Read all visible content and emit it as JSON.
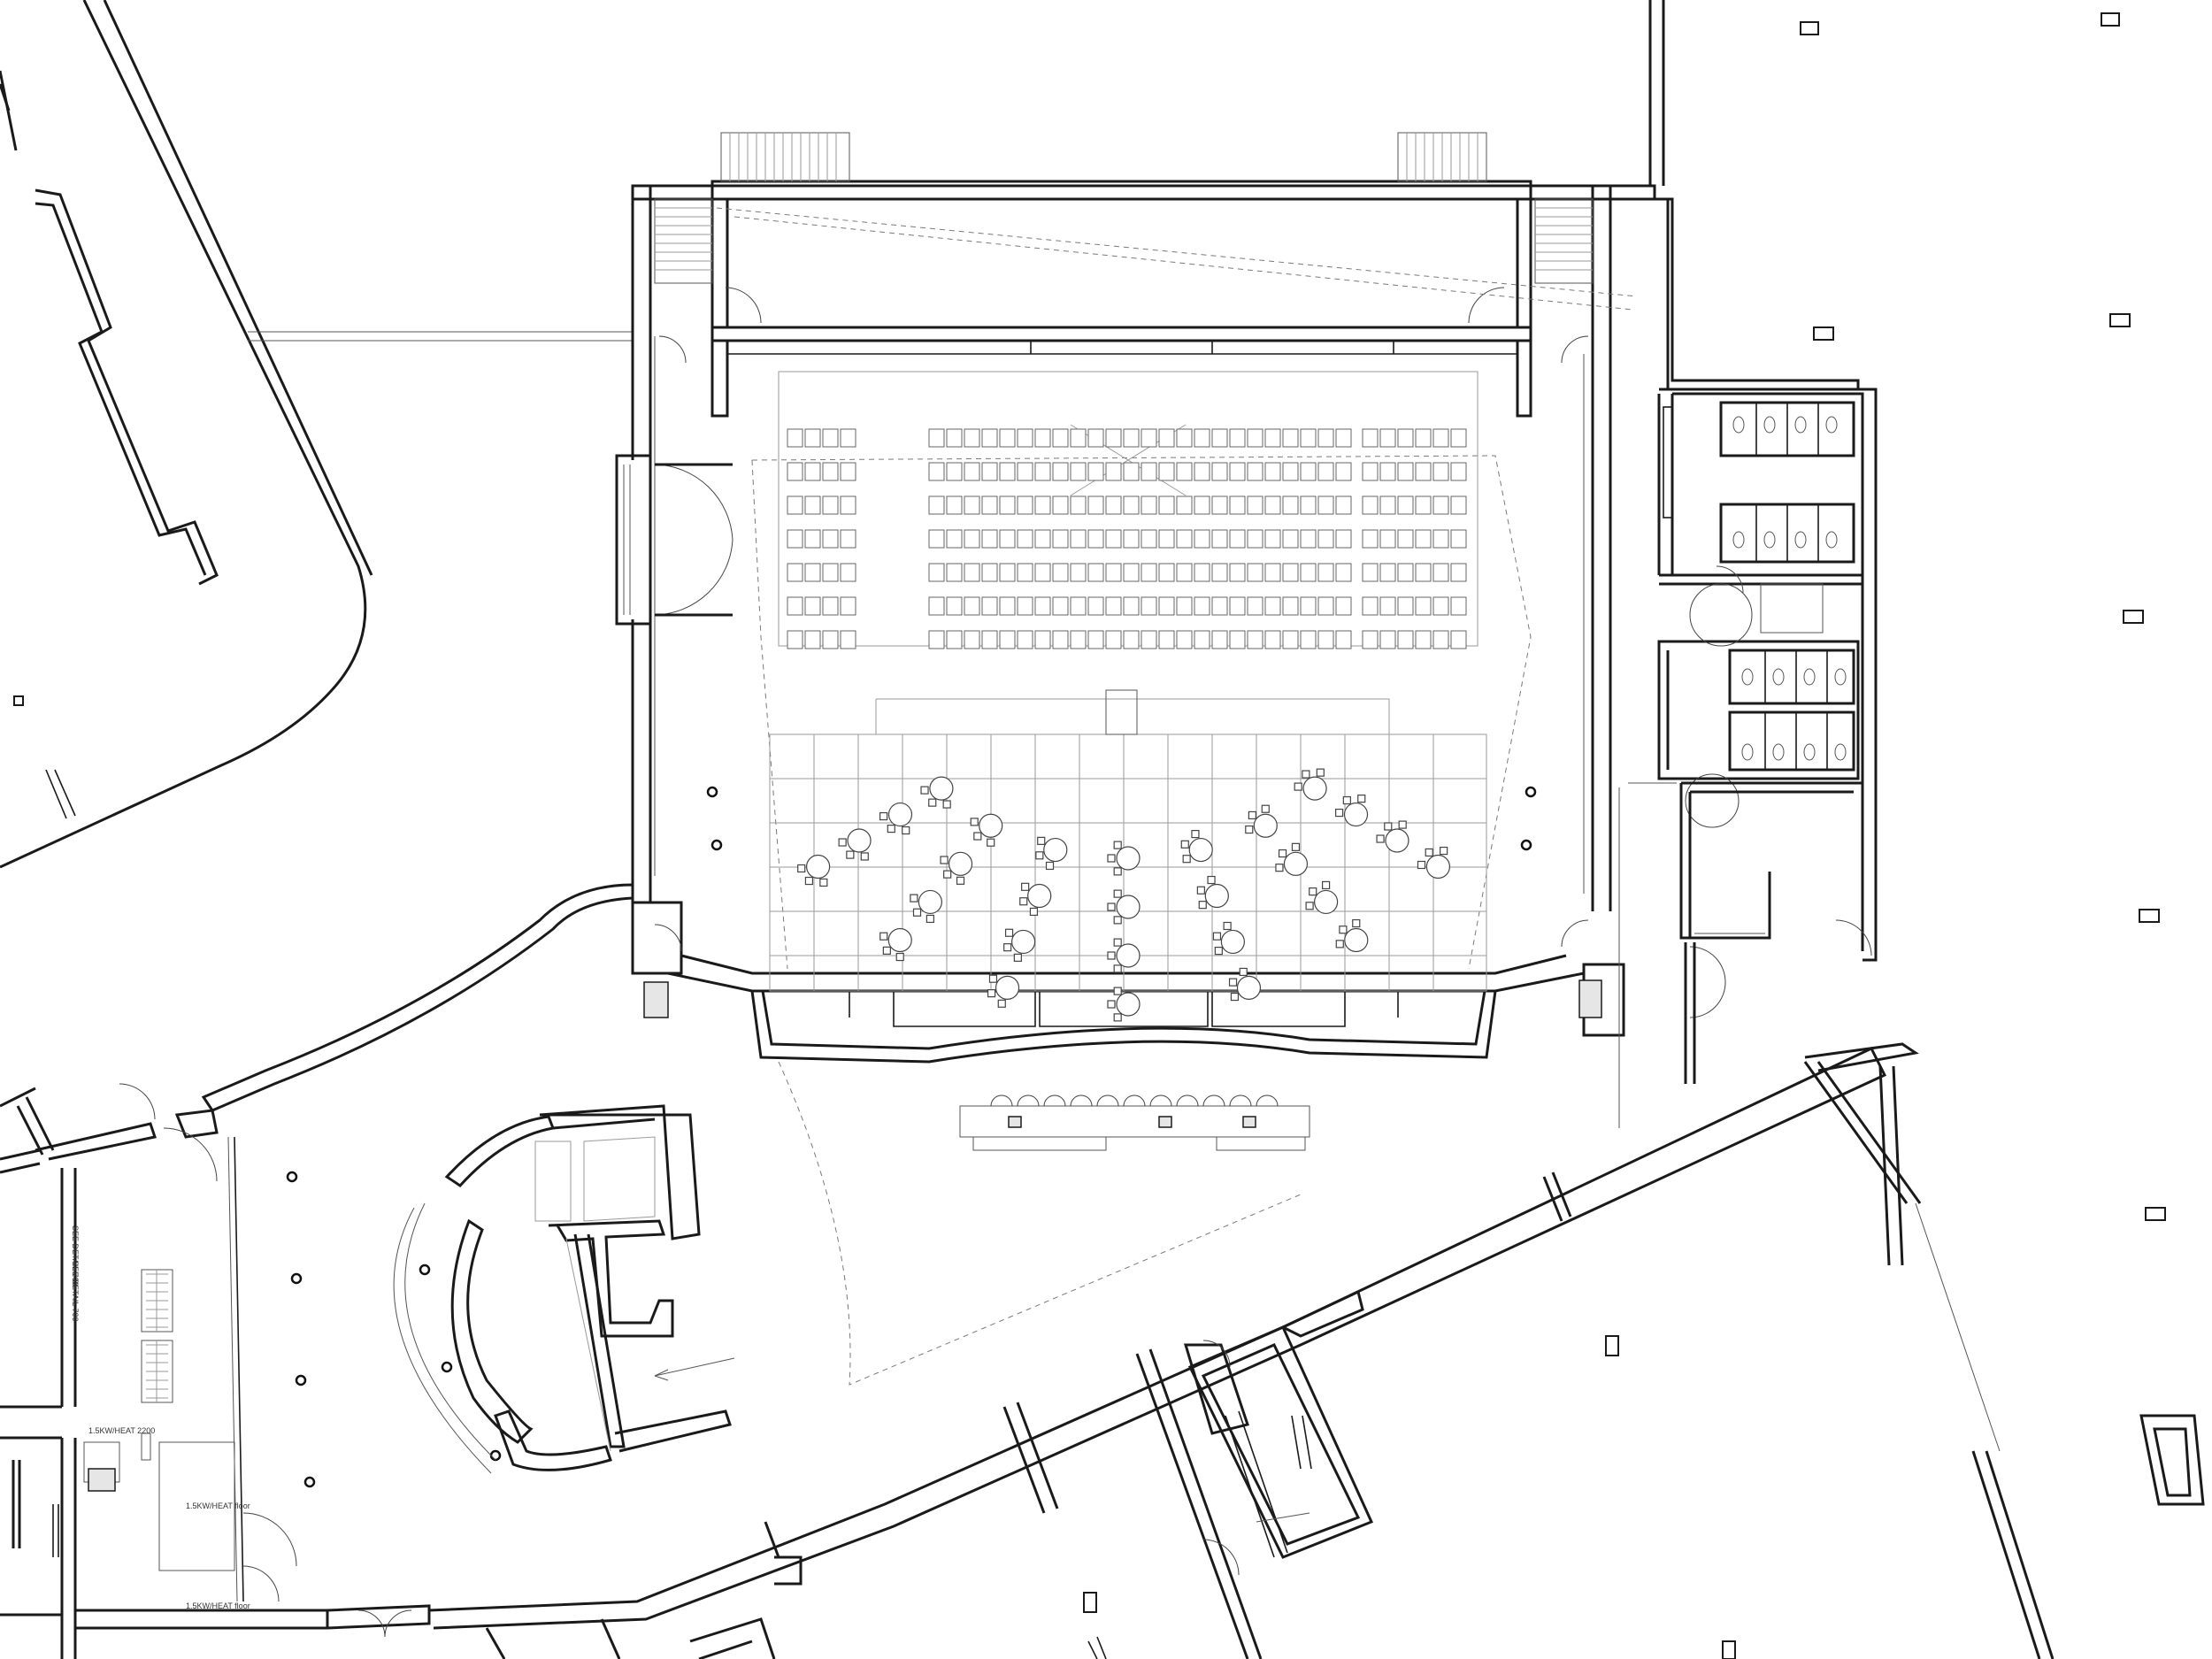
{
  "drawing": {
    "type": "architectural floor plan",
    "zones": [
      "auditorium",
      "foyer",
      "toilets",
      "reception-desk",
      "stairs",
      "corridor"
    ]
  },
  "notes": [
    {
      "id": "n1",
      "text": "SEE DETAIL 700"
    },
    {
      "id": "n2",
      "text": "SEE DETAIL 700"
    },
    {
      "id": "n3",
      "text": "1.5KW/HEAT 2200"
    },
    {
      "id": "n4",
      "text": "1.5KW/HEAT floor"
    },
    {
      "id": "n5",
      "text": "1.5KW/HEAT floor"
    }
  ],
  "legend": {
    "auditorium_rows": 7,
    "tables": 28
  },
  "colors": {
    "wall": "#1a1a1a",
    "fine_line": "#555555",
    "dashed": "#7a7a7a",
    "background": "#ffffff"
  }
}
